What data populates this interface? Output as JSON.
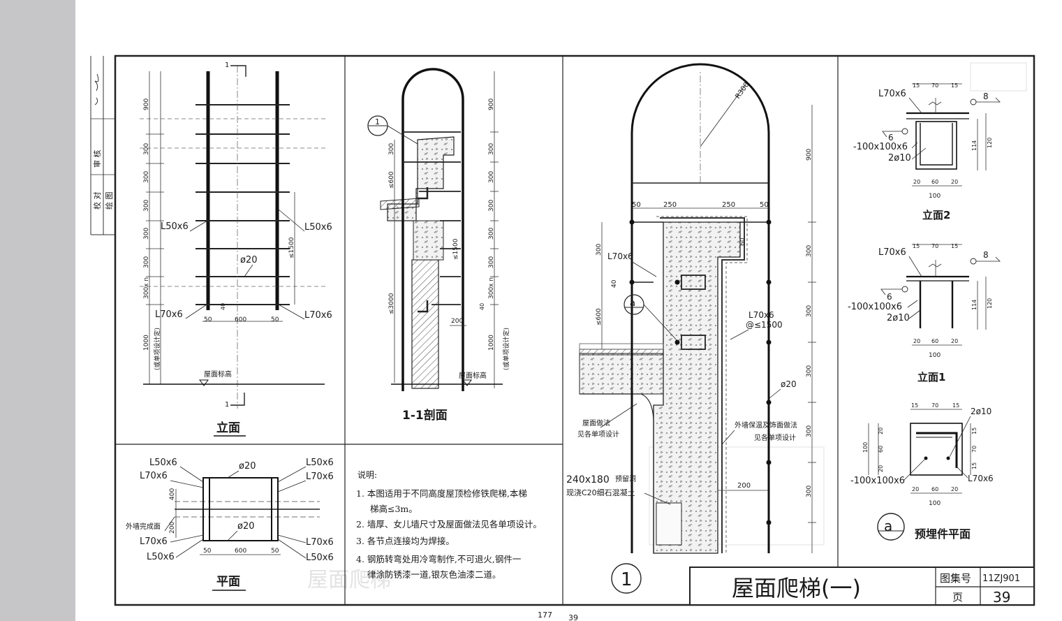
{
  "side_strip_color": "#c6c6c8",
  "left_margin": {
    "l1": "校 对",
    "l2": "绘 图",
    "l3": "审 核"
  },
  "elevation": {
    "caption": "立面",
    "section_mark": "1",
    "dims": [
      "900",
      "300",
      "300",
      "300",
      "300",
      "300",
      "300x n",
      "1000"
    ],
    "roof_label": "屋面标高",
    "side_note": "(或单项设计定)",
    "range_label": "≤1500",
    "horiz_dims": [
      "50",
      "600",
      "50"
    ],
    "labels": {
      "l50_left": "L50x6",
      "l50_right": "L50x6",
      "rod": "ø20",
      "l70_left": "L70x6",
      "l70_right": "L70x6",
      "bottom_a": "40"
    }
  },
  "section": {
    "caption": "1-1剖面",
    "callout": "1",
    "dims": [
      "900",
      "300",
      "300",
      "300",
      "300",
      "300",
      "300x n",
      "1000"
    ],
    "left_dims": [
      "300",
      "≤600",
      "≤3000",
      "≤1500"
    ],
    "inner": {
      "d200": "200",
      "d40": "40"
    },
    "roof_label": "屋面标高",
    "side_note": "(或单项设计定)"
  },
  "plan": {
    "caption": "平面",
    "labels": {
      "l50_tl": "L50x6",
      "l70_tl": "L70x6",
      "rod_top": "ø20",
      "l50_tr": "L50x6",
      "l70_tr": "L70x6",
      "wall": "外墙完成面",
      "rod_bot": "ø20",
      "l70_bl": "L70x6",
      "l50_bl": "L50x6",
      "l70_br": "L70x6",
      "l50_br": "L50x6"
    },
    "dims": [
      "50",
      "600",
      "50"
    ],
    "vert_dims": [
      "400",
      "200"
    ]
  },
  "notes": {
    "title": "说明:",
    "items": [
      "1. 本图适用于不同高度屋顶检修铁爬梯,本梯梯高≤3m。",
      "2. 墙厚、女儿墙尺寸及屋面做法见各单项设计。",
      "3. 各节点连接均为焊接。",
      "4. 钢筋转弯处用冷弯制作,不可退火,钢件一律涂防锈漆一道,银灰色油漆二道。"
    ]
  },
  "detail": {
    "callout": "1",
    "radius": "R300",
    "top_dims": [
      "50",
      "250",
      "250",
      "50"
    ],
    "right_dims": [
      "900",
      "300",
      "300",
      "300",
      "300",
      "300"
    ],
    "left_dims": [
      "300",
      "40",
      "≤600"
    ],
    "d60": "60",
    "d200": "200",
    "l70_a": "L70x6",
    "l70_b": "L70x6",
    "spacing": "@≤1500",
    "rod": "ø20",
    "a_mark": "a",
    "roof_note_1": "屋面做法",
    "roof_note_2": "见各单项设计",
    "wall_note_1": "外墙保温及饰面做法",
    "wall_note_2": "见各单项设计",
    "hole_size": "240x180",
    "hole_label": "预留洞",
    "concrete": "现浇C20细石混凝土"
  },
  "elev2": {
    "caption": "立面2",
    "l70": "L70x6",
    "weld": "8",
    "weld6": "6",
    "plate": "-100x100x6",
    "bar": "2ø10",
    "top_dims": [
      "15",
      "70",
      "15"
    ],
    "bottom_dims": [
      "20",
      "60",
      "20"
    ],
    "bottom_total": "100",
    "v_dims": [
      "114",
      "120"
    ]
  },
  "elev1": {
    "caption": "立面1",
    "l70": "L70x6",
    "weld": "8",
    "weld6": "6",
    "plate": "-100x100x6",
    "bar": "2ø10",
    "top_dims": [
      "15",
      "70",
      "15"
    ],
    "bottom_dims": [
      "20",
      "60",
      "20"
    ],
    "bottom_total": "100",
    "v_dims": [
      "114",
      "120"
    ]
  },
  "embed_plan": {
    "caption": "预埋件平面",
    "mark": "a",
    "bar": "2ø10",
    "plate": "-100x100x6",
    "l70": "L70x6",
    "top_dims": [
      "15",
      "70",
      "15"
    ],
    "bottom_dims": [
      "20",
      "60",
      "20"
    ],
    "bottom_total": "100",
    "left_dims": [
      "20",
      "60",
      "20",
      "100"
    ],
    "right_dims": [
      "15",
      "70",
      "15"
    ]
  },
  "title_block": {
    "title": "屋面爬梯(一)",
    "atlas_label": "图集号",
    "atlas_number": "11ZJ901",
    "page_label": "页",
    "page_number": "39"
  },
  "ghost_caption": "屋面爬梯",
  "footer": {
    "left": "177",
    "right": "39"
  }
}
